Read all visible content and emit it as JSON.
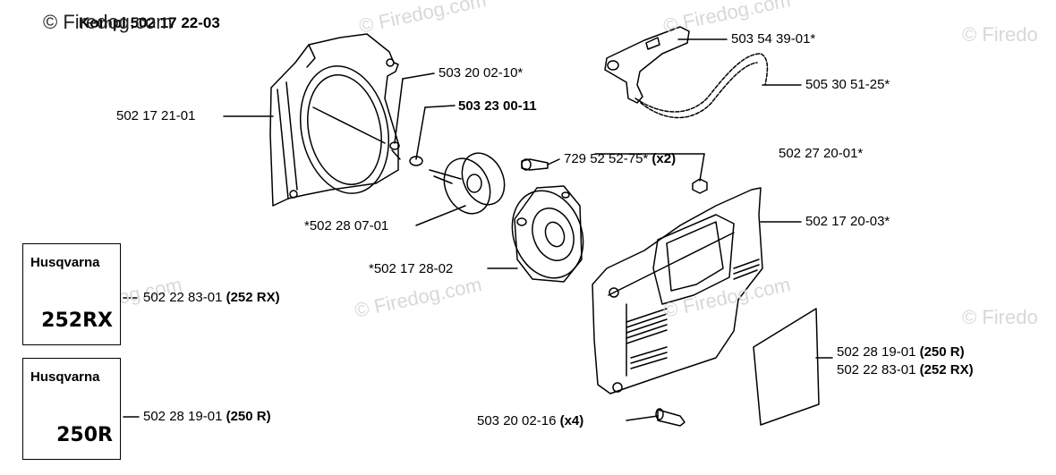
{
  "watermark_text": "© Firedog.com",
  "watermark_text_short": "© Firedo",
  "title": "Kompl 502 17 22-03",
  "labels": {
    "l1": "502 17 21-01",
    "l2": "503 20 02-10*",
    "l3": "503 23 00-11",
    "l4": "*502 28 07-01",
    "l5": "729 52 52-75*",
    "l5b": "(x2)",
    "l6": "503 54 39-01*",
    "l7": "505 30 51-25*",
    "l8": "502 27 20-01*",
    "l9": "502 17 20-03*",
    "l10": "*502 17 28-02",
    "l11": "502 22 83-01",
    "l11b": "(252 RX)",
    "l12": "502 28 19-01",
    "l12b": "(250 R)",
    "l13": "502 28 19-01",
    "l13b": "(250 R)",
    "l14": "502 22 83-01",
    "l14b": "(252 RX)",
    "l15": "503 20 02-16",
    "l15b": "(x4)"
  },
  "decals": {
    "d1": {
      "brand": "Husqvarna",
      "model": "252RX"
    },
    "d2": {
      "brand": "Husqvarna",
      "model": "250R"
    }
  }
}
